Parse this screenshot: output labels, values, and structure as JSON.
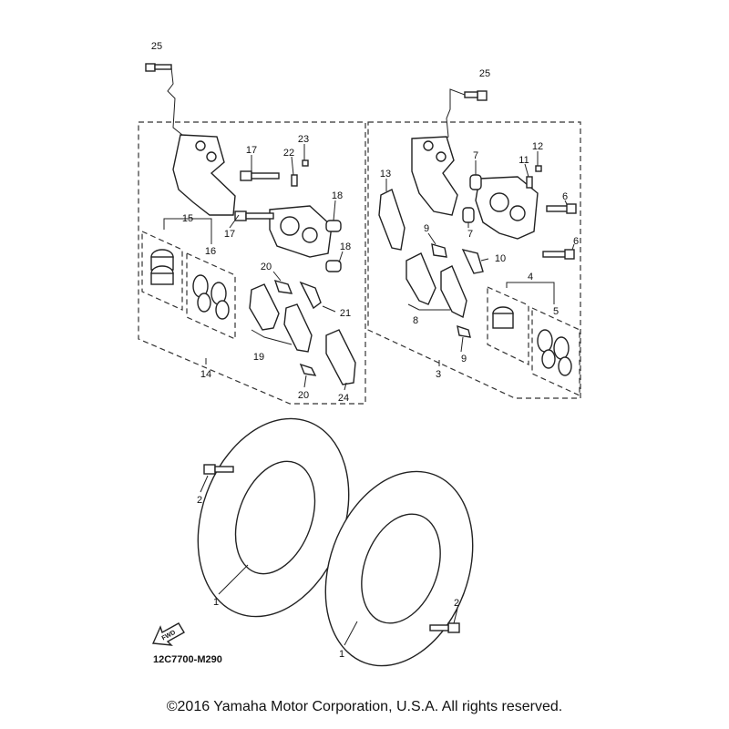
{
  "diagram": {
    "callouts": [
      {
        "id": "c25a",
        "text": "25"
      },
      {
        "id": "c25b",
        "text": "25"
      },
      {
        "id": "c17a",
        "text": "17"
      },
      {
        "id": "c22",
        "text": "22"
      },
      {
        "id": "c23",
        "text": "23"
      },
      {
        "id": "c18a",
        "text": "18"
      },
      {
        "id": "c15",
        "text": "15"
      },
      {
        "id": "c16",
        "text": "16"
      },
      {
        "id": "c17b",
        "text": "17"
      },
      {
        "id": "c18b",
        "text": "18"
      },
      {
        "id": "c20a",
        "text": "20"
      },
      {
        "id": "c21",
        "text": "21"
      },
      {
        "id": "c19",
        "text": "19"
      },
      {
        "id": "c14",
        "text": "14"
      },
      {
        "id": "c20b",
        "text": "20"
      },
      {
        "id": "c24",
        "text": "24"
      },
      {
        "id": "c13",
        "text": "13"
      },
      {
        "id": "c12",
        "text": "12"
      },
      {
        "id": "c7a",
        "text": "7"
      },
      {
        "id": "c11",
        "text": "11"
      },
      {
        "id": "c6a",
        "text": "6"
      },
      {
        "id": "c9a",
        "text": "9"
      },
      {
        "id": "c7b",
        "text": "7"
      },
      {
        "id": "c6b",
        "text": "6"
      },
      {
        "id": "c10",
        "text": "10"
      },
      {
        "id": "c4",
        "text": "4"
      },
      {
        "id": "c5",
        "text": "5"
      },
      {
        "id": "c8",
        "text": "8"
      },
      {
        "id": "c9b",
        "text": "9"
      },
      {
        "id": "c3",
        "text": "3"
      },
      {
        "id": "c2a",
        "text": "2"
      },
      {
        "id": "c1a",
        "text": "1"
      },
      {
        "id": "c2b",
        "text": "2"
      },
      {
        "id": "c1b",
        "text": "1"
      }
    ],
    "fwd_label": "FWD",
    "diagram_code": "12C7700-M290"
  },
  "footer": {
    "copyright": "©2016 Yamaha Motor Corporation, U.S.A. All rights reserved."
  }
}
